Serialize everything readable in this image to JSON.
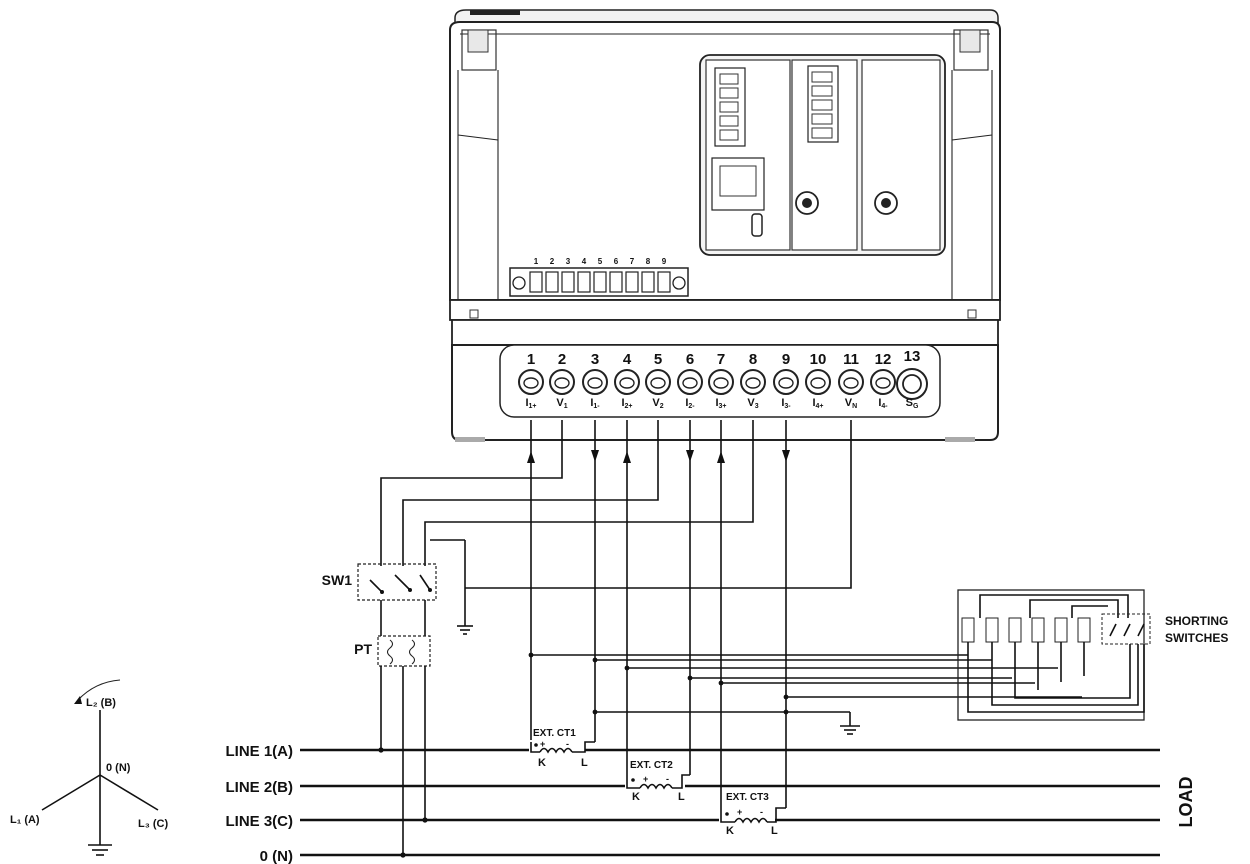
{
  "device": {
    "option_terminals": [
      "1",
      "2",
      "3",
      "4",
      "5",
      "6",
      "7",
      "8",
      "9"
    ]
  },
  "terminals": [
    {
      "num": "1",
      "sig": "I1+"
    },
    {
      "num": "2",
      "sig": "V1"
    },
    {
      "num": "3",
      "sig": "I1-"
    },
    {
      "num": "4",
      "sig": "I2+"
    },
    {
      "num": "5",
      "sig": "V2"
    },
    {
      "num": "6",
      "sig": "I2-"
    },
    {
      "num": "7",
      "sig": "I3+"
    },
    {
      "num": "8",
      "sig": "V3"
    },
    {
      "num": "9",
      "sig": "I3-"
    },
    {
      "num": "10",
      "sig": "I4+"
    },
    {
      "num": "11",
      "sig": "VN"
    },
    {
      "num": "12",
      "sig": "I4-"
    },
    {
      "num": "13",
      "sig": "SG"
    }
  ],
  "labels": {
    "sw1": "SW1",
    "pt": "PT",
    "shorting_line1": "SHORTING",
    "shorting_line2": "SWITCHES",
    "load": "LOAD",
    "lines": [
      "LINE 1(A)",
      "LINE 2(B)",
      "LINE 3(C)",
      "0 (N)"
    ],
    "ct1": "EXT. CT1",
    "ct2": "EXT. CT2",
    "ct3": "EXT. CT3",
    "ct_k": "K",
    "ct_l": "L",
    "plus": "+",
    "minus": "-"
  },
  "phasor": {
    "l2": "L₂ (B)",
    "n": "0 (N)",
    "l1": "L₁ (A)",
    "l3": "L₃ (C)"
  }
}
